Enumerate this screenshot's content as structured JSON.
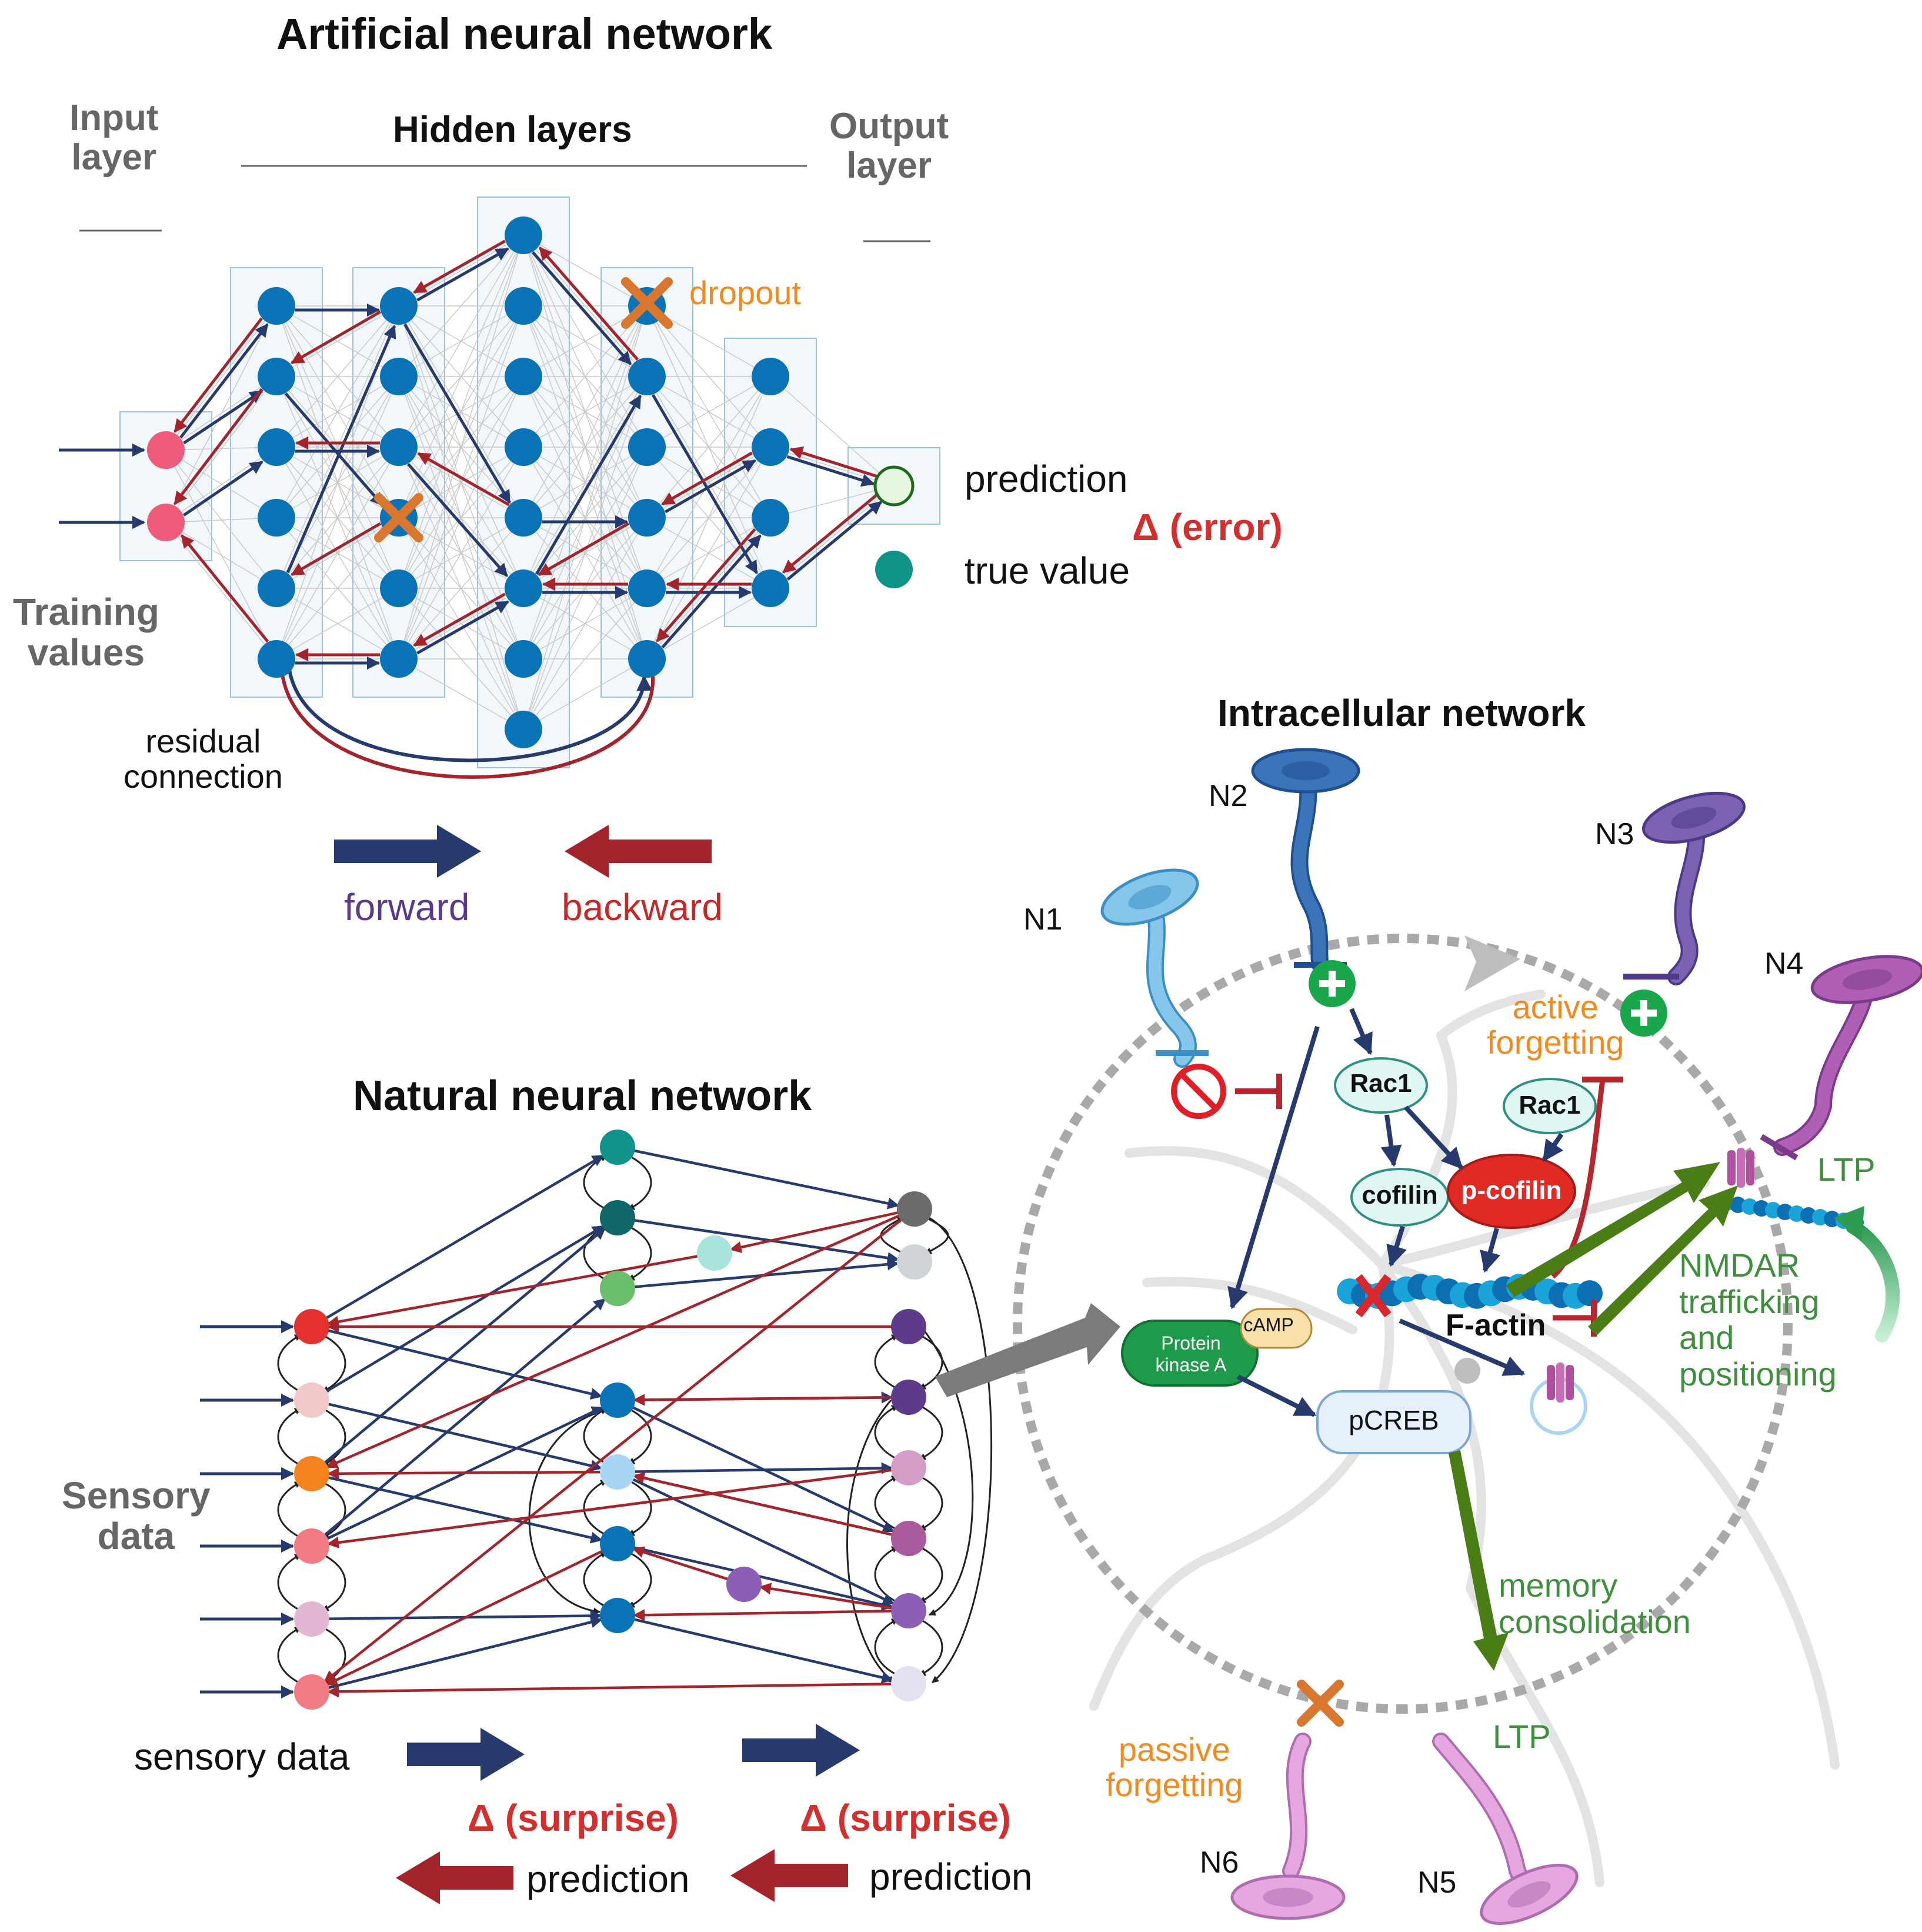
{
  "ann": {
    "title": "Artificial neural network",
    "input_layer": "Input\nlayer",
    "hidden_layers": "Hidden layers",
    "output_layer": "Output\nlayer",
    "dropout": "dropout",
    "prediction": "prediction",
    "error": "Δ (error)",
    "true_value": "true value",
    "training_values": "Training\nvalues",
    "residual": "residual\nconnection",
    "forward": "forward",
    "backward": "backward"
  },
  "nnn": {
    "title": "Natural neural network",
    "sensory_label": "Sensory\ndata",
    "sensory_data": "sensory data",
    "surprise_1": "Δ (surprise)",
    "surprise_2": "Δ (surprise)",
    "prediction_1": "prediction",
    "prediction_2": "prediction"
  },
  "icn": {
    "title": "Intracellular network",
    "n1": "N1",
    "n2": "N2",
    "n3": "N3",
    "n4": "N4",
    "n5": "N5",
    "n6": "N6",
    "active_forgetting": "active\nforgetting",
    "passive_forgetting": "passive\nforgetting",
    "rac1_a": "Rac1",
    "rac1_b": "Rac1",
    "cofilin": "cofilin",
    "p_cofilin": "p-cofilin",
    "f_actin": "F-actin",
    "pka": "Protein\nkinase A",
    "camp": "cAMP",
    "pcreb": "pCREB",
    "ltp_1": "LTP",
    "ltp_2": "LTP",
    "nmdar": "NMDAR\ntrafficking\nand\npositioning",
    "memory": "memory\nconsolidation"
  },
  "colors": {
    "forward": "#263a6e",
    "backward": "#a4242b",
    "node": "#0a73b5",
    "input_node": "#ef5b7b",
    "dropout": "#d9772e",
    "green": "#3f8f3f",
    "orange": "#f48a1e"
  }
}
